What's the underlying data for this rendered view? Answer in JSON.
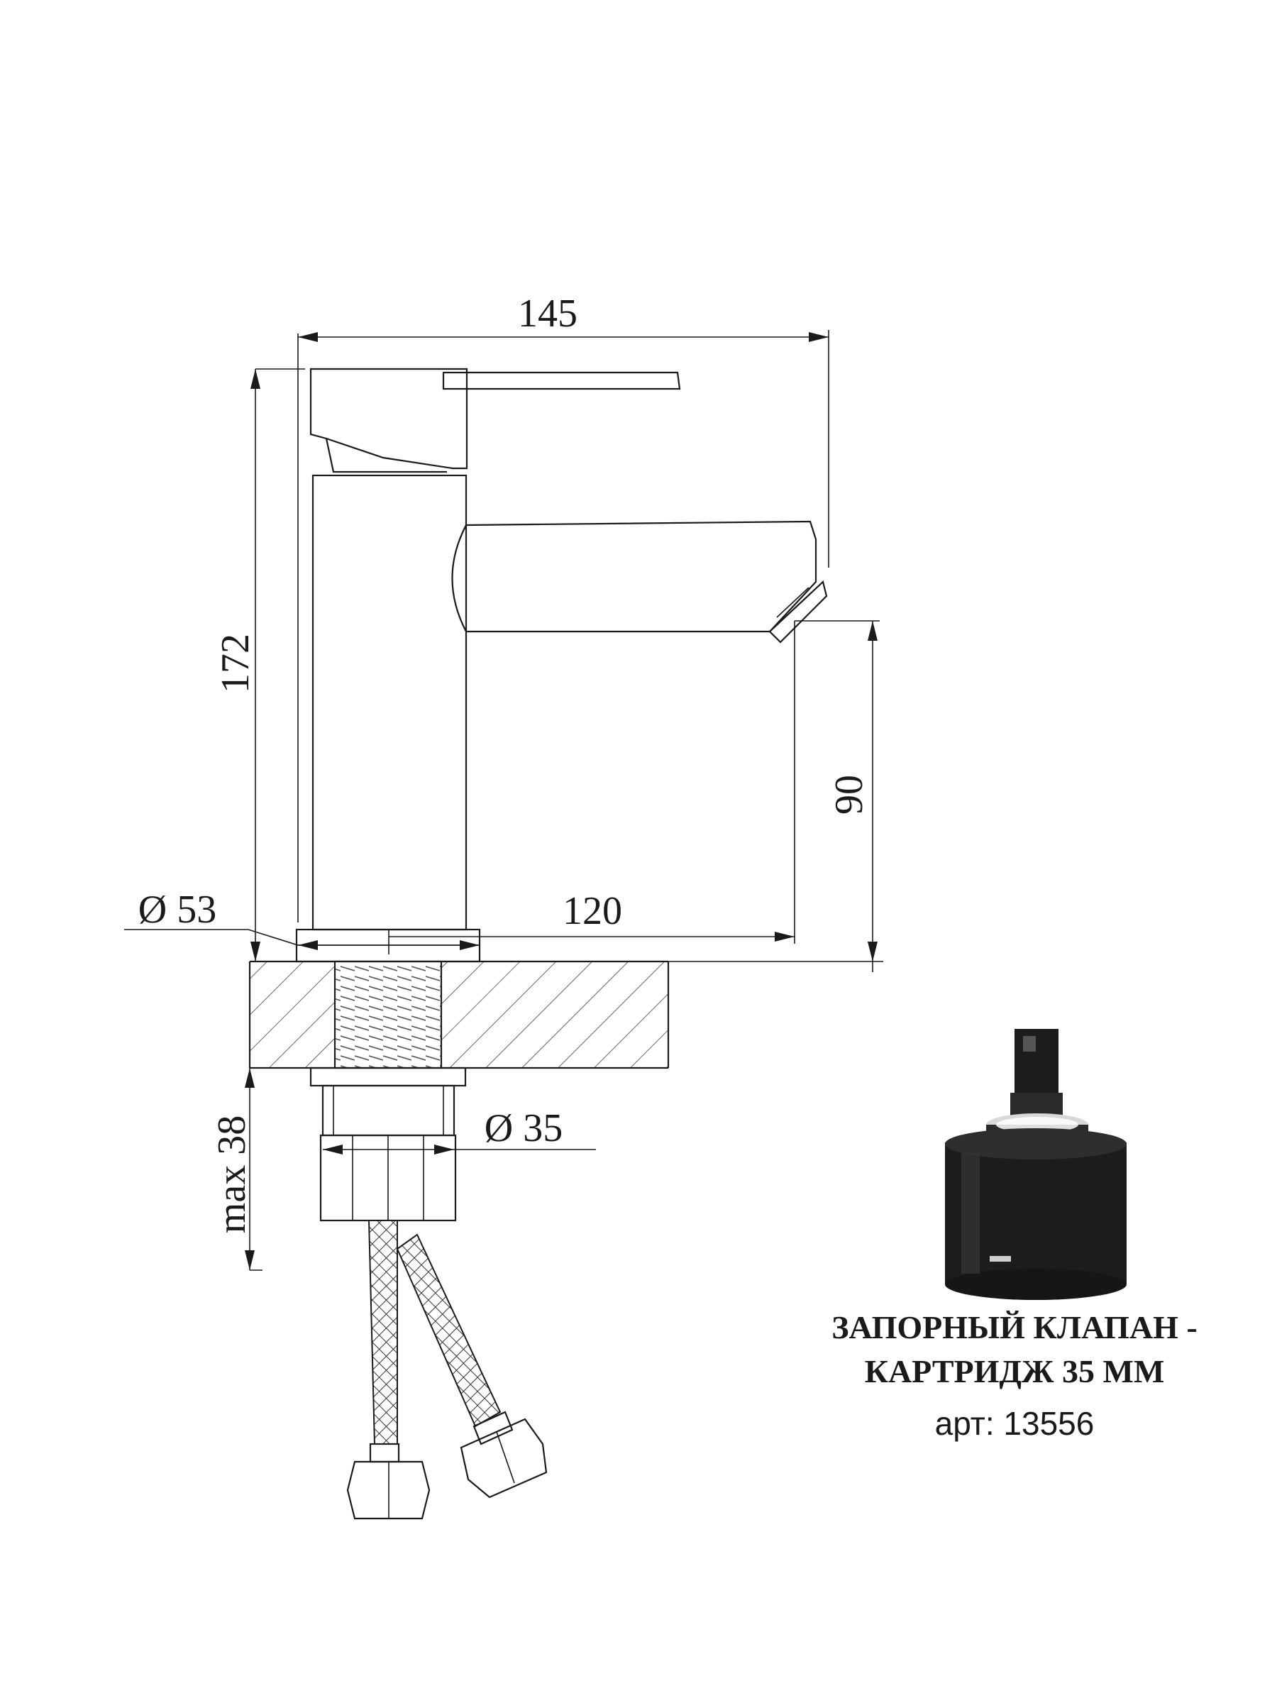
{
  "dimensions": {
    "width_total": "145",
    "height_total": "172",
    "spout_height": "90",
    "spout_reach": "120",
    "base_diameter": "Ø 53",
    "thread_diameter": "Ø 35",
    "max_thickness": "max 38"
  },
  "caption": {
    "line1": "ЗАПОРНЫЙ КЛАПАН -",
    "line2": "КАРТРИДЖ 35 ММ",
    "article": "арт: 13556"
  },
  "colors": {
    "line": "#1a1a1a",
    "cartridge_body": "#1c1c1c"
  }
}
